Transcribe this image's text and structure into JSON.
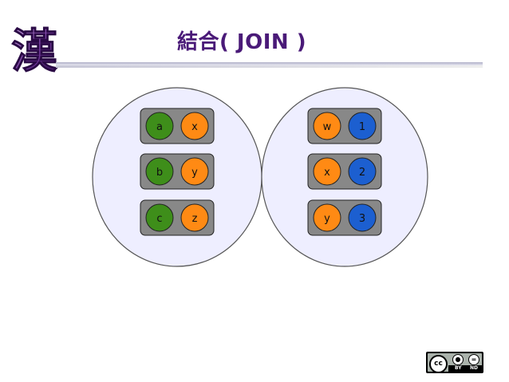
{
  "slide": {
    "title": "結合( JOIN )",
    "logo_glyph": "漢",
    "logo_icon": "kanji-logo-icon"
  },
  "diagram": {
    "sets": [
      {
        "pairs": [
          {
            "left": "a",
            "right": "x"
          },
          {
            "left": "b",
            "right": "y"
          },
          {
            "left": "c",
            "right": "z"
          }
        ]
      },
      {
        "pairs": [
          {
            "left": "w",
            "right": "1"
          },
          {
            "left": "x",
            "right": "2"
          },
          {
            "left": "y",
            "right": "3"
          }
        ]
      }
    ],
    "colors": {
      "set_fill": "#eeeeff",
      "set_stroke": "#555555",
      "pair_fill": "#888888",
      "pair_stroke": "#222222",
      "green": "#3e8e1a",
      "orange": "#ff8a14",
      "blue": "#1c5fd0"
    }
  },
  "license": {
    "cc": "cc",
    "by": "BY",
    "nd": "ND",
    "icon": "creative-commons-by-nd-icon"
  }
}
